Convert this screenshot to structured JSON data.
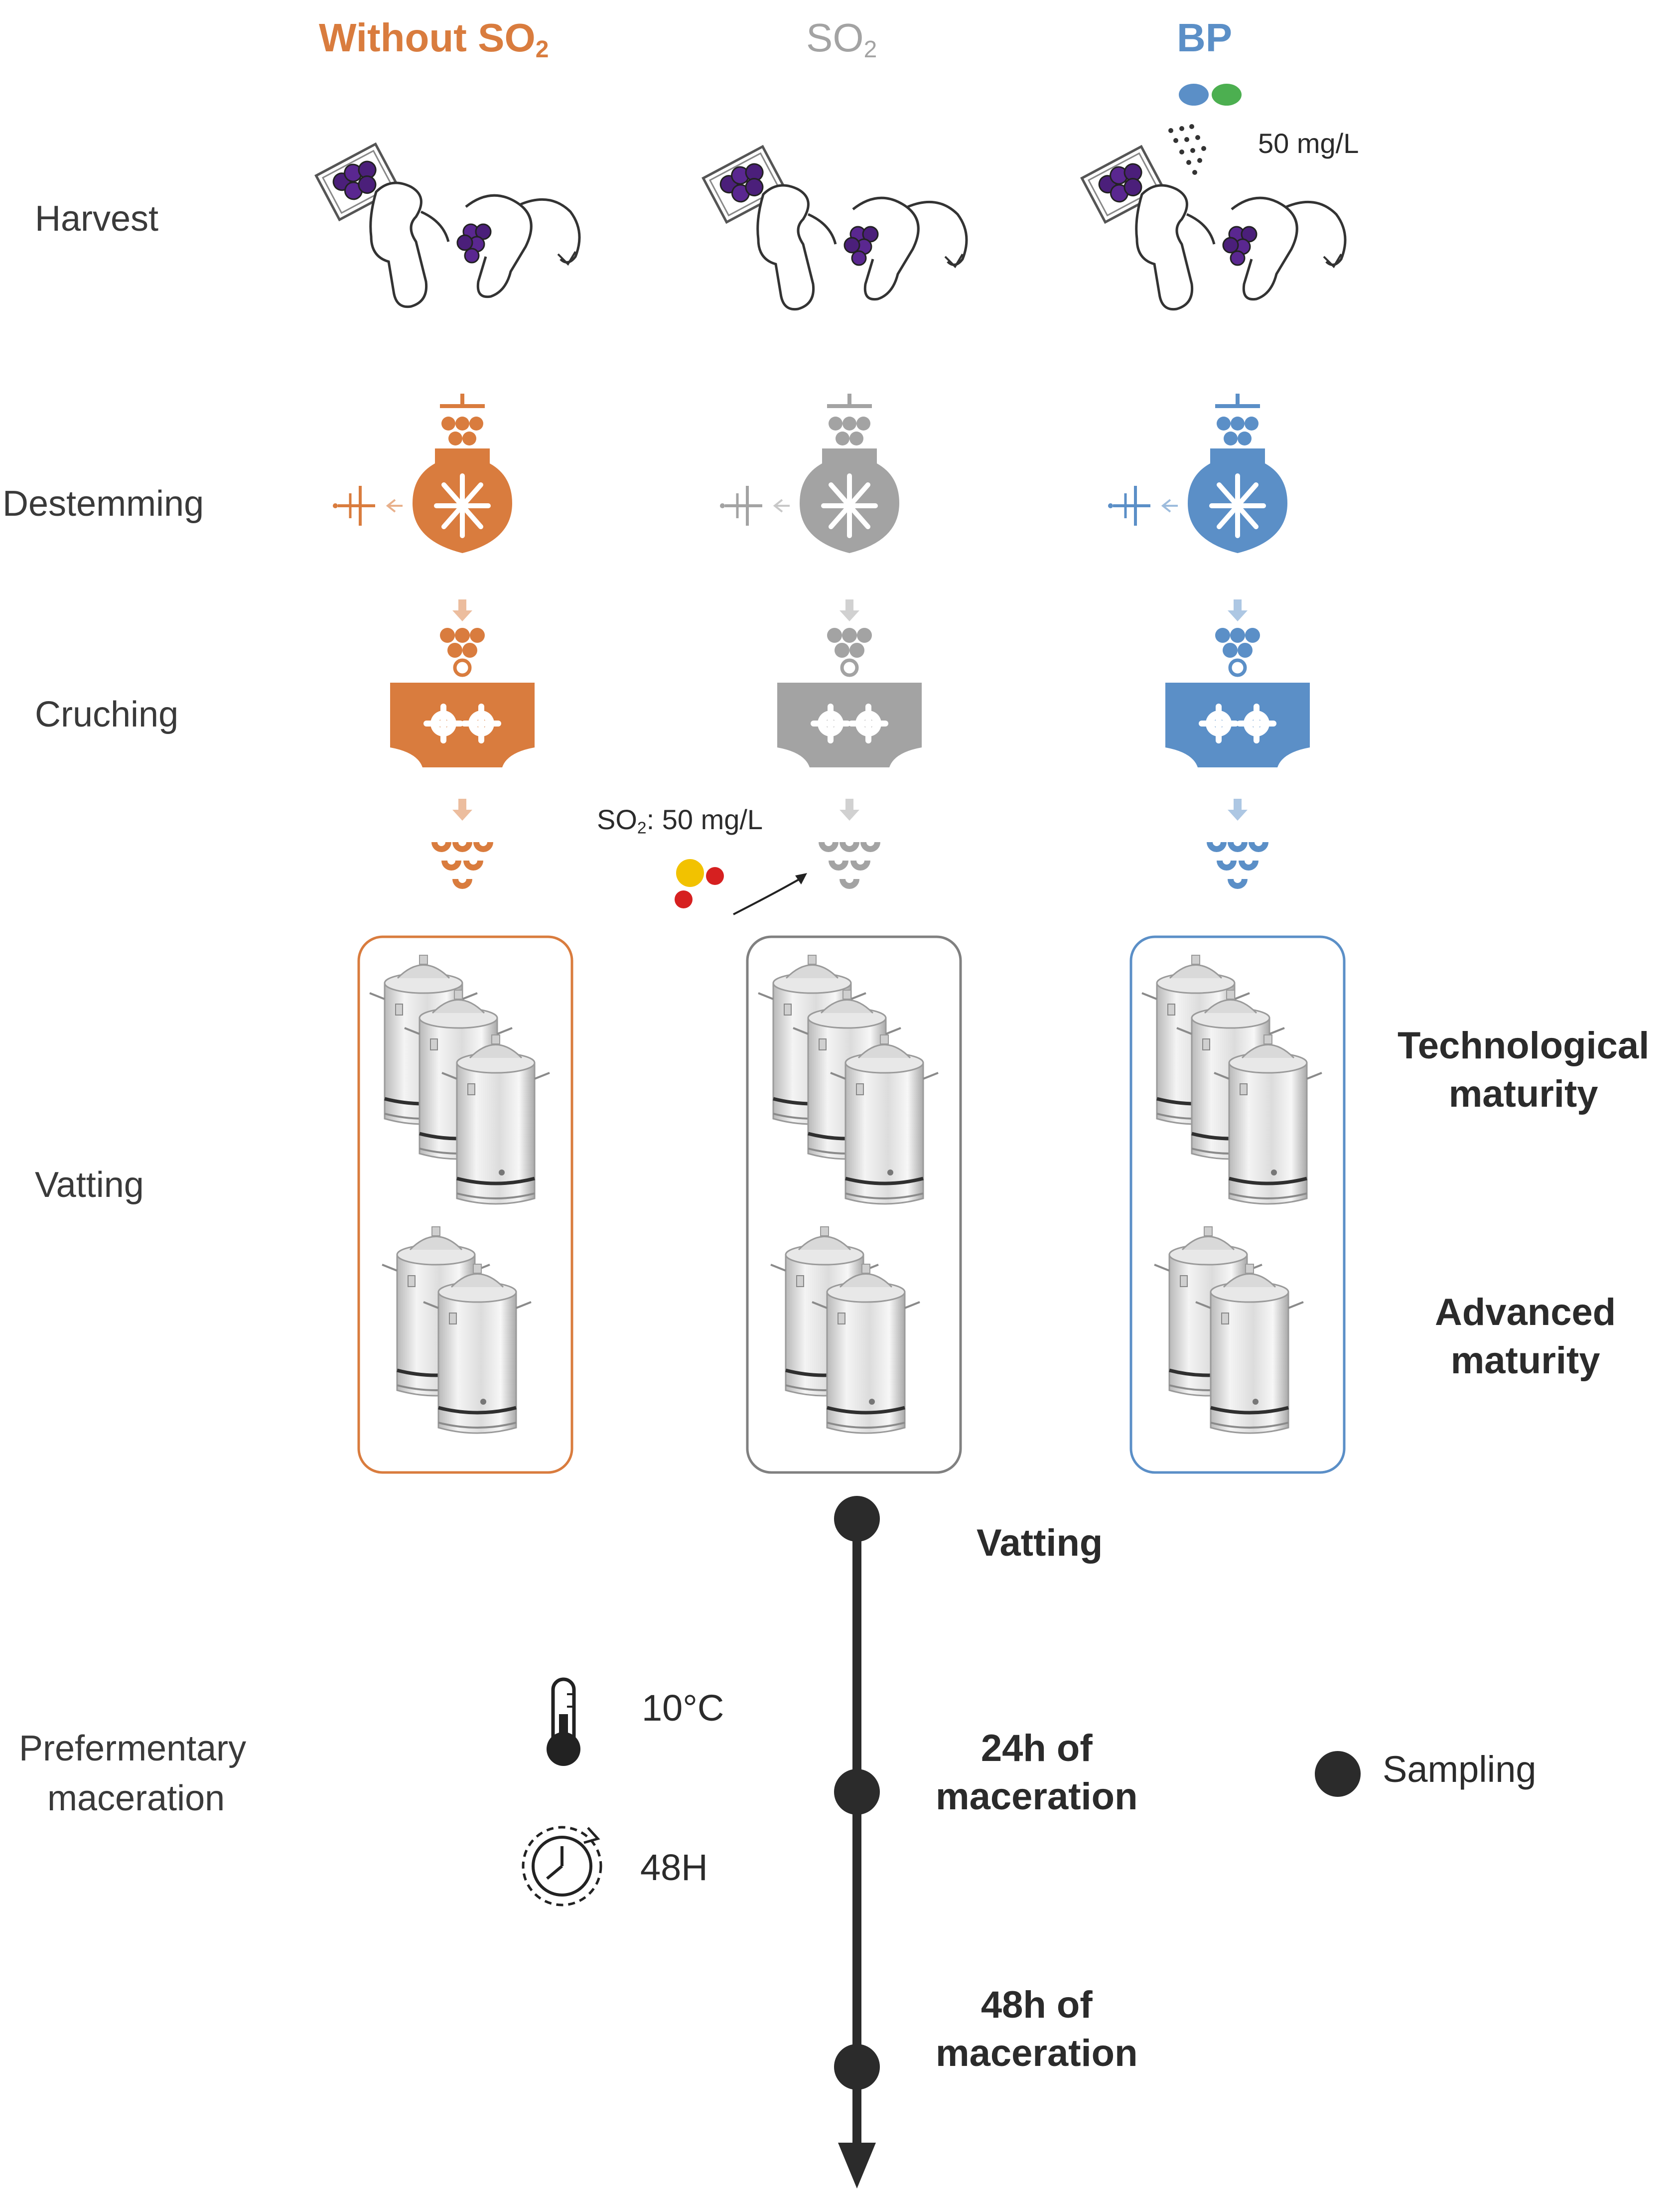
{
  "columns": {
    "without": {
      "label": "Without SO",
      "sub": "2",
      "color": "#D97C3E"
    },
    "so2": {
      "label": "SO",
      "sub": "2",
      "color": "#A3A3A3"
    },
    "bp": {
      "label": "BP",
      "color": "#5B8FC7"
    }
  },
  "bp_dose": "50 mg/L",
  "so2_addition": {
    "label_prefix": "SO",
    "label_sub": "2",
    "label_suffix": ": 50 mg/L"
  },
  "stages": {
    "harvest": "Harvest",
    "destemming": "Destemming",
    "cruching": "Cruching",
    "vatting": "Vatting",
    "prefermentary_line1": "Prefermentary",
    "prefermentary_line2": "maceration"
  },
  "maturity": {
    "tech_line1": "Technological",
    "tech_line2": "maturity",
    "adv_line1": "Advanced",
    "adv_line2": "maturity"
  },
  "conditions": {
    "temperature": "10°C",
    "duration": "48H"
  },
  "timeline": {
    "points": [
      {
        "line1": "Vatting",
        "line2": ""
      },
      {
        "line1": "24h of",
        "line2": "maceration"
      },
      {
        "line1": "48h of",
        "line2": "maceration"
      }
    ]
  },
  "legend": {
    "sampling": "Sampling"
  },
  "icons": {
    "harvest": "harvest-hand-crate-icon",
    "destemmer": "destemmer-icon",
    "crusher": "crusher-icon",
    "tank": "stainless-tank-icon",
    "thermometer": "thermometer-icon",
    "timer": "timer-icon",
    "molecule": "so2-molecule-icon",
    "yeast": "yeast-bioprotection-icon",
    "spray": "spray-icon"
  }
}
